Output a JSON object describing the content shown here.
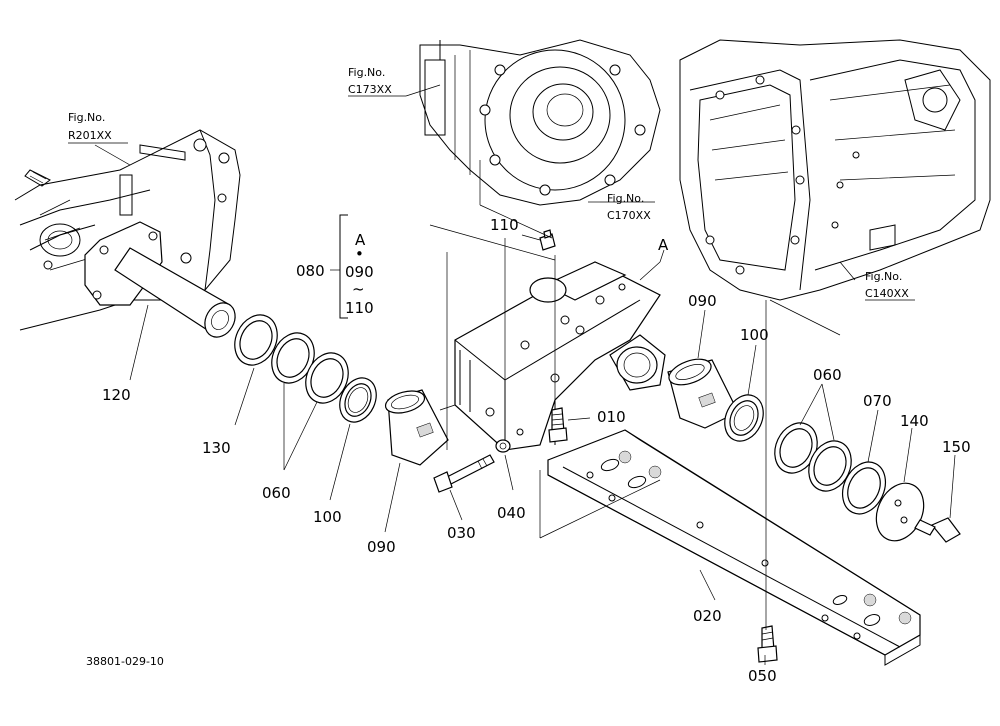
{
  "drawing_number": "38801-029-10",
  "fig_refs": {
    "r201": {
      "prefix": "Fig.No.",
      "code": "R201XX"
    },
    "c173": {
      "prefix": "Fig.No.",
      "code": "C173XX"
    },
    "c170": {
      "prefix": "Fig.No.",
      "code": "C170XX"
    },
    "c140": {
      "prefix": "Fig.No.",
      "code": "C140XX"
    }
  },
  "callouts": {
    "p010": "010",
    "p020": "020",
    "p030": "030",
    "p040": "040",
    "p050": "050",
    "p060_left": "060",
    "p060_right": "060",
    "p070": "070",
    "p080": "080",
    "p090_left": "090",
    "p090_right": "090",
    "p100_left": "100",
    "p100_right": "100",
    "p110_top": "110",
    "p120": "120",
    "p130": "130",
    "p140": "140",
    "p150": "150",
    "set_A": "A",
    "bracket_A": "A",
    "set_dot": "•",
    "set_090": "090",
    "set_tilde": "~",
    "set_110": "110"
  }
}
